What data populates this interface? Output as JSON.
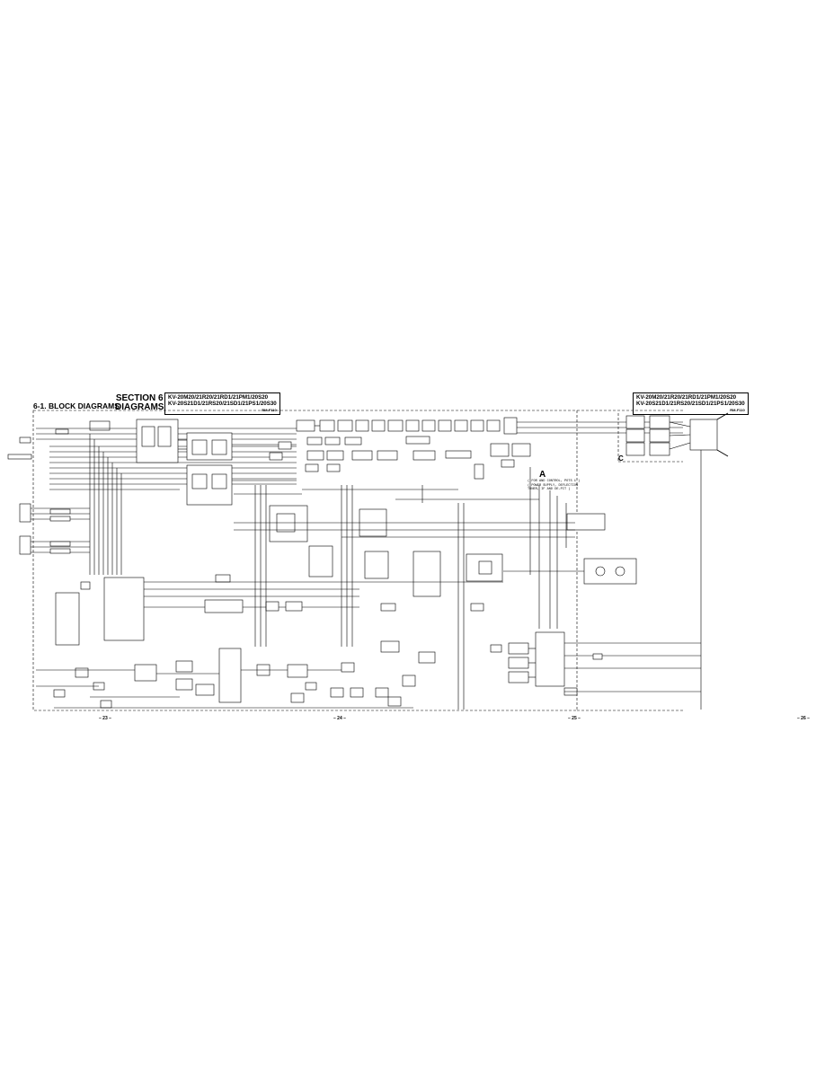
{
  "header": {
    "section_title": "SECTION 6",
    "section_subtitle": "DIAGRAMS",
    "block_title": "6-1.  BLOCK DIAGRAMS"
  },
  "models": {
    "line1": "KV-20M20/21R20/21RD1/21PM1/20S20",
    "line2": "KV-20S21D1/21RS20/21SD1/21PS1/20S30",
    "remote": "RM-F110"
  },
  "markers": {
    "a": "A",
    "c": "C"
  },
  "notes": {
    "line1": "( FOR AND CONTROL, POTS 1 )",
    "line2": "( POWER SUPPLY, DEFLECTION",
    "line3": " TUNER, IF AND DE-PIT )"
  },
  "page_numbers": [
    "– 23 –",
    "– 24 –",
    "– 25 –",
    "– 26 –"
  ]
}
